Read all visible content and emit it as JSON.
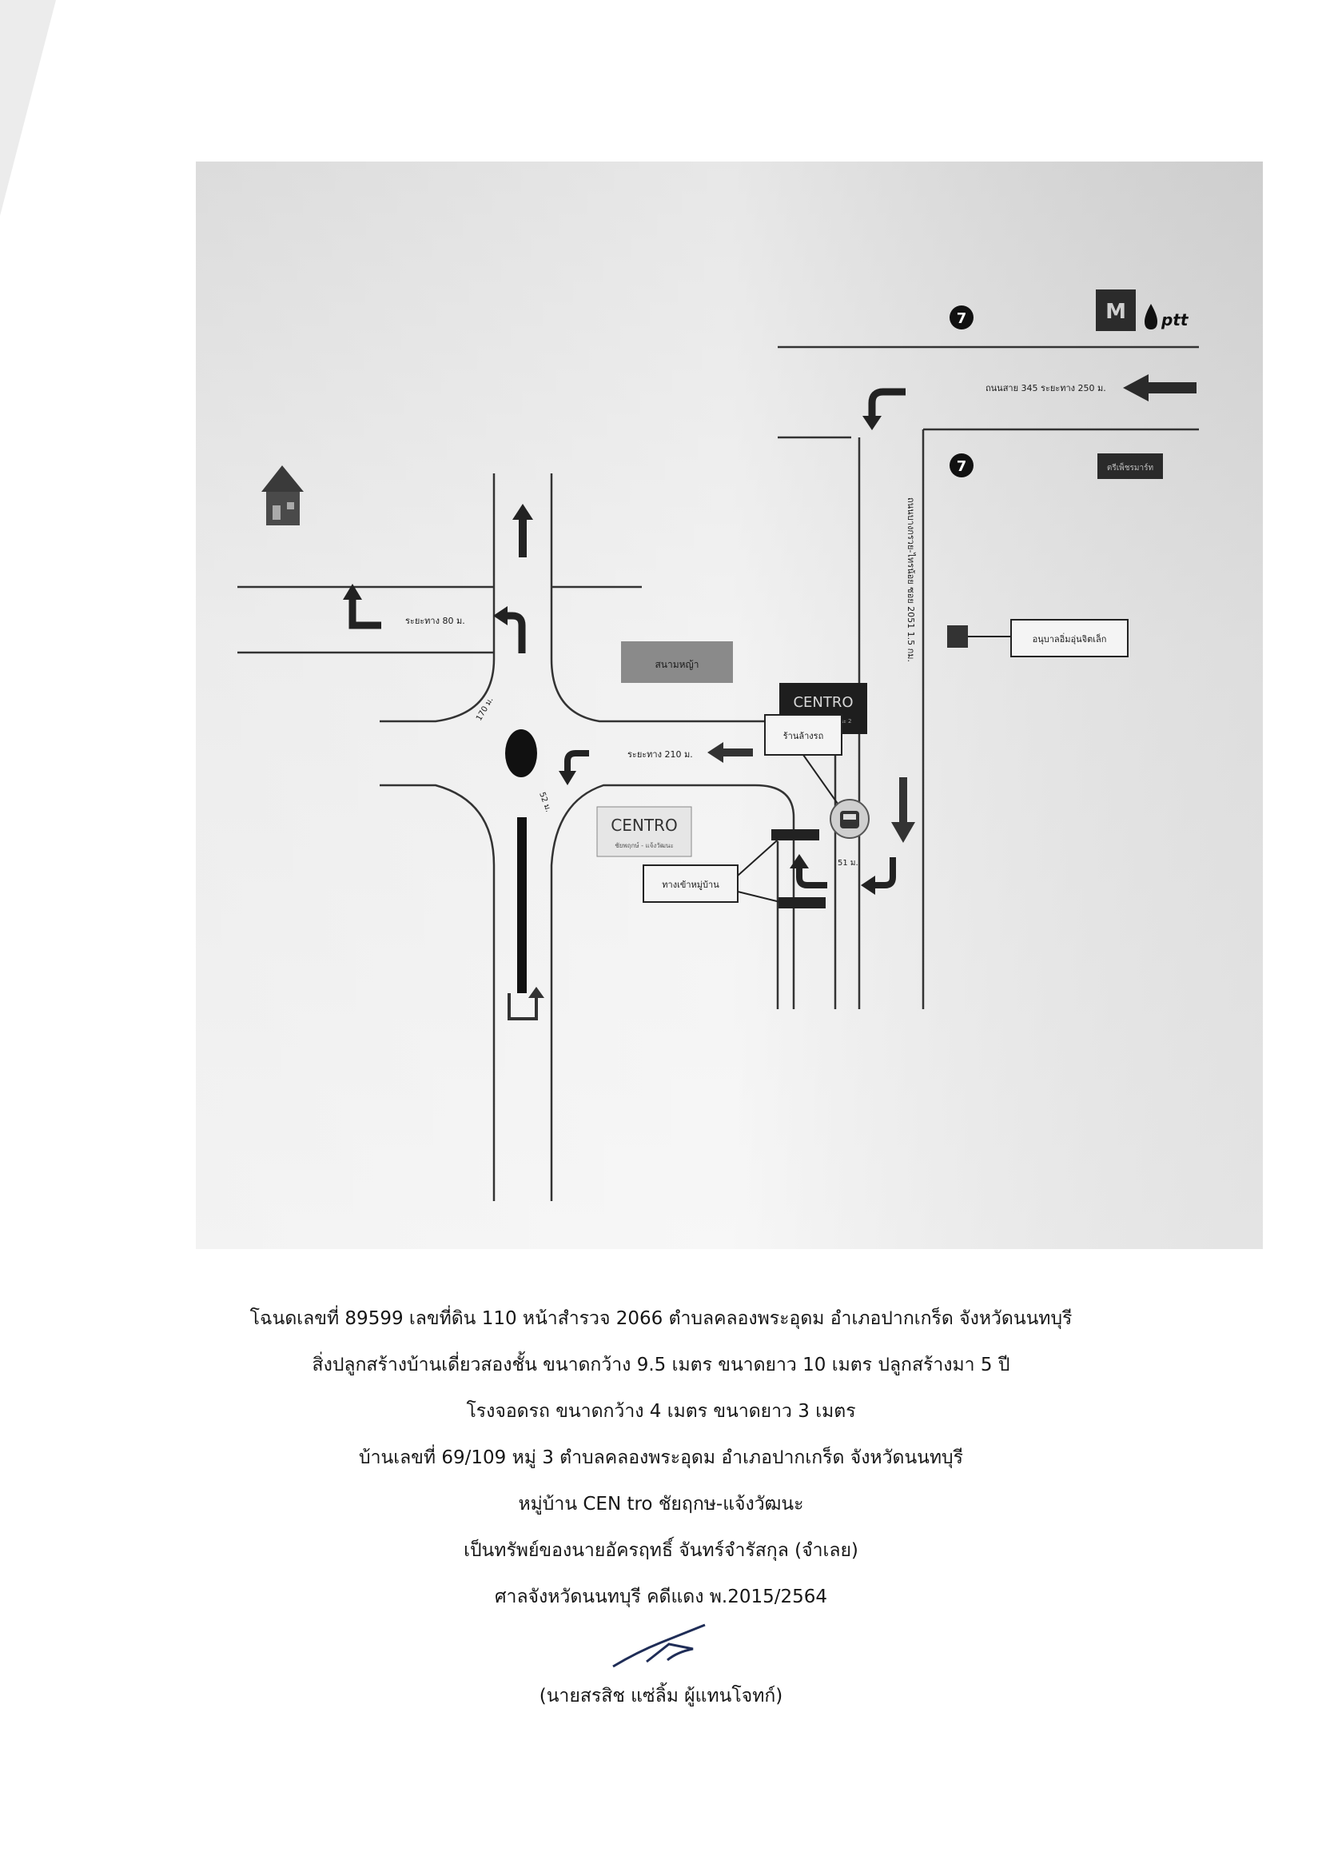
{
  "map": {
    "roads": {
      "top_road": "ถนนสาย 345 ระยะทาง 250 ม.",
      "vertical_road": "ถนนบางกรวย-ไทรน้อย ซอย 2051 1.5 กม.",
      "left_road_distance": "ระยะทาง 80 ม.",
      "roundabout_in_distance": "ระยะทาง 210 ม.",
      "roundabout_upper_distance": "170 ม.",
      "roundabout_lower_distance": "52 ม.",
      "bottom_distance": "51 ม."
    },
    "landmarks": {
      "centro_top_logo": "CENTRO",
      "centro_top_sub": "ชัยพฤกษ์ - แจ้งวัฒนะ 2",
      "centro_bottom_logo": "CENTRO",
      "centro_bottom_sub": "ชัยพฤกษ์ - แจ้งวัฒนะ",
      "car_wash": "ร้านล้างรถ",
      "park_field": "สนามหญ้า",
      "village_entrance": "ทางเข้าหมู่บ้าน",
      "kindergarten": "อนุบาลอิ่มอุ่นจิตเล็ก",
      "seven_eleven_1": "7",
      "seven_eleven_2": "7",
      "mcdonalds": "M",
      "ptt": "ptt",
      "shop_sign": "ตรีเพ็ชรมาร์ท"
    },
    "icons": {
      "house": "house-icon",
      "car": "car-icon",
      "direction_arrows": "arrow-icon"
    }
  },
  "caption": {
    "line1": "โฉนดเลขที่ 89599 เลขที่ดิน 110 หน้าสำรวจ 2066 ตำบลคลองพระอุดม อำเภอปากเกร็ด จังหวัดนนทบุรี",
    "line2": "สิ่งปลูกสร้างบ้านเดี่ยวสองชั้น ขนาดกว้าง 9.5 เมตร ขนาดยาว 10 เมตร ปลูกสร้างมา 5 ปี",
    "line3": "โรงจอดรถ ขนาดกว้าง 4 เมตร ขนาดยาว 3 เมตร",
    "line4": "บ้านเลขที่ 69/109 หมู่ 3 ตำบลคลองพระอุดม อำเภอปากเกร็ด จังหวัดนนทบุรี",
    "line5": "หมู่บ้าน CEN tro ชัยฤกษ-แจ้งวัฒนะ",
    "line6": "เป็นทรัพย์ของนายอัครฤทธิ์ จันทร์จำรัสกุล (จำเลย)",
    "line7": "ศาลจังหวัดนนทบุรี คดีแดง พ.2015/2564",
    "line8": "(นายสรสิช แซ่ลิ้ม ผู้แทนโจทก์)"
  }
}
